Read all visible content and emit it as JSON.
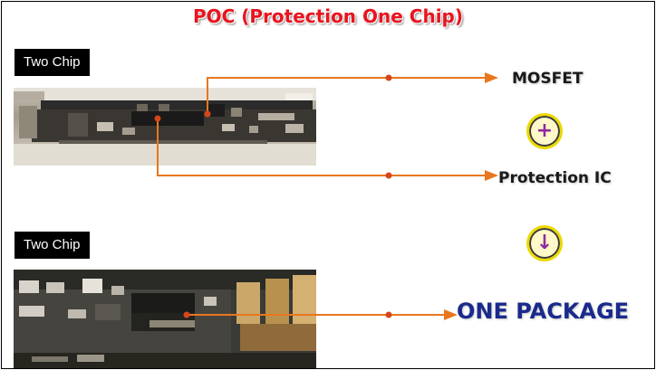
{
  "title": "POC (Protection One Chip)",
  "top_section": {
    "tag": "Two Chip"
  },
  "bottom_section": {
    "tag": "Two Chip"
  },
  "labels": {
    "mosfet": "MOSFET",
    "protection_ic": "Protection IC",
    "one_package": "ONE PACKAGE"
  },
  "symbols": {
    "plus": "+",
    "down_arrow": "↓"
  },
  "colors": {
    "title": "#e8141e",
    "connector": "#e8771f",
    "package_text": "#1a2a8c",
    "circle_fill": "#fff8c8",
    "circle_ring": "#ecd900",
    "symbol": "#8e2aa0"
  },
  "icons": [
    "circuit-board-photo",
    "plus-icon",
    "down-arrow-icon"
  ]
}
